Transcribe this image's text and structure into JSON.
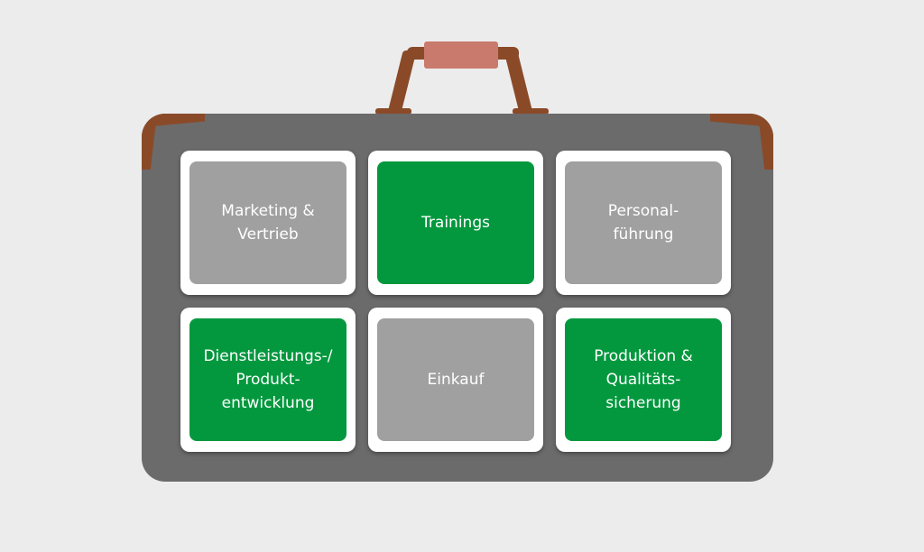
{
  "colors": {
    "background": "#ececec",
    "case": "#6b6b6b",
    "leather": "#8a4a28",
    "grip": "#c97a6c",
    "tile_gray": "#a0a0a0",
    "tile_green": "#03983e",
    "tile_frame": "#ffffff"
  },
  "tiles": [
    {
      "label": "Marketing &\nVertrieb",
      "color": "gray"
    },
    {
      "label": "Trainings",
      "color": "green"
    },
    {
      "label": "Personal-\nführung",
      "color": "gray"
    },
    {
      "label": "Dienstleistungs-/\nProdukt-\nentwicklung",
      "color": "green"
    },
    {
      "label": "Einkauf",
      "color": "gray"
    },
    {
      "label": "Produktion &\nQualitäts-\nsicherung",
      "color": "green"
    }
  ]
}
